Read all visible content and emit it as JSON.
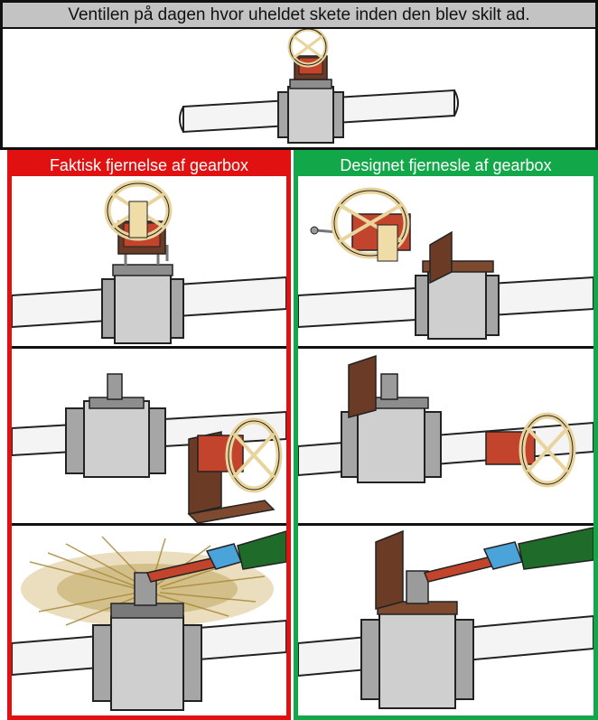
{
  "top": {
    "caption": "Ventilen på dagen hvor uheldet skete inden den blev skilt ad.",
    "border_color": "#111111",
    "header_bg": "#c3c3c3"
  },
  "left": {
    "title": "Faktisk fjernelse af gearbox",
    "accent": "#e21111"
  },
  "right": {
    "title": "Designet fjernesle af gearbox",
    "accent": "#12a84a"
  },
  "icons": [
    "valve-icon",
    "handwheel-icon",
    "gearbox-icon",
    "pipe-icon",
    "bolt-icon",
    "bracket-icon",
    "wrench-icon",
    "gloved-hand-icon",
    "gas-spray-icon"
  ]
}
